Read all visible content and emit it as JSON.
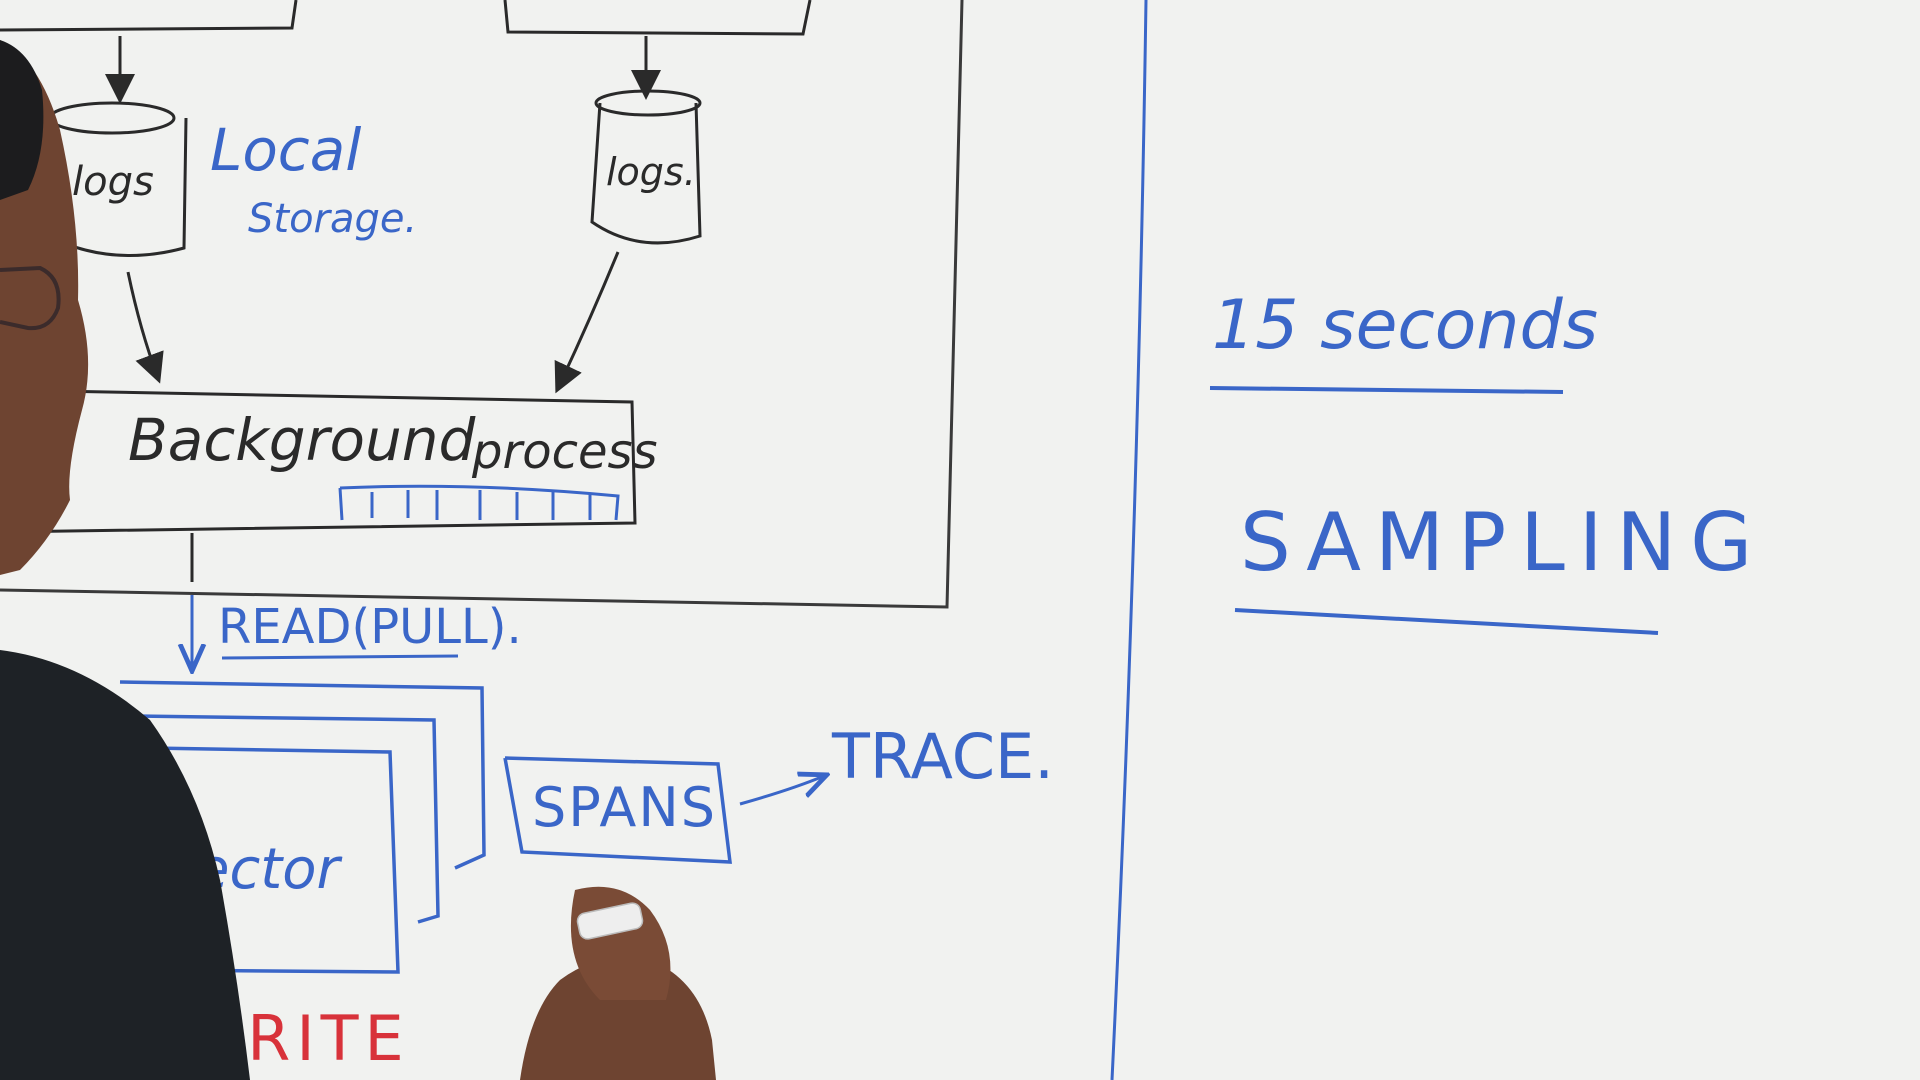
{
  "colors": {
    "board": "#f1f2f0",
    "black_marker": "#2a2a2a",
    "blue_marker": "#3a66c8",
    "red_marker": "#d8323a",
    "person_shirt": "#1e2226",
    "person_skin": "#7a4b36"
  },
  "left_diagram": {
    "log_store_left": "logs",
    "local_storage_label": {
      "line1": "Local",
      "line2": "Storage."
    },
    "log_store_right": "logs.",
    "background_process": {
      "label_left": "Background",
      "label_right": "process"
    },
    "read_label": "READ(PULL).",
    "collector_partial": "ector",
    "spans_label": "SPANS",
    "trace_label": "TRACE.",
    "write_label": "WRITE"
  },
  "right_panel": {
    "interval": "15 seconds",
    "technique": "SAMPLING"
  }
}
